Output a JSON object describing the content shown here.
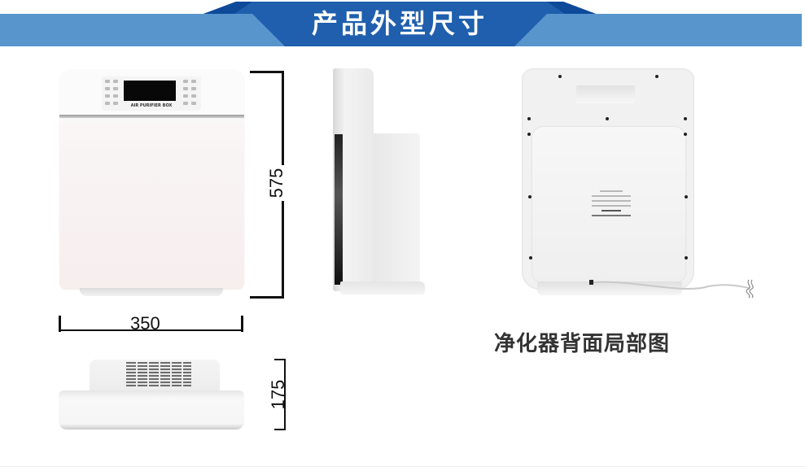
{
  "header": {
    "title": "产品外型尺寸",
    "band_color": "#5895cc",
    "banner_color": "#1f5fad",
    "banner_accent": "#0e4a99"
  },
  "dimensions": {
    "height": "575",
    "width": "350",
    "depth": "175",
    "unit_implied": "mm"
  },
  "views": {
    "front": {
      "panel_text": "AIR PURIFIER BOX"
    },
    "side": {},
    "back": {
      "caption": "净化器背面局部图"
    },
    "top": {}
  }
}
